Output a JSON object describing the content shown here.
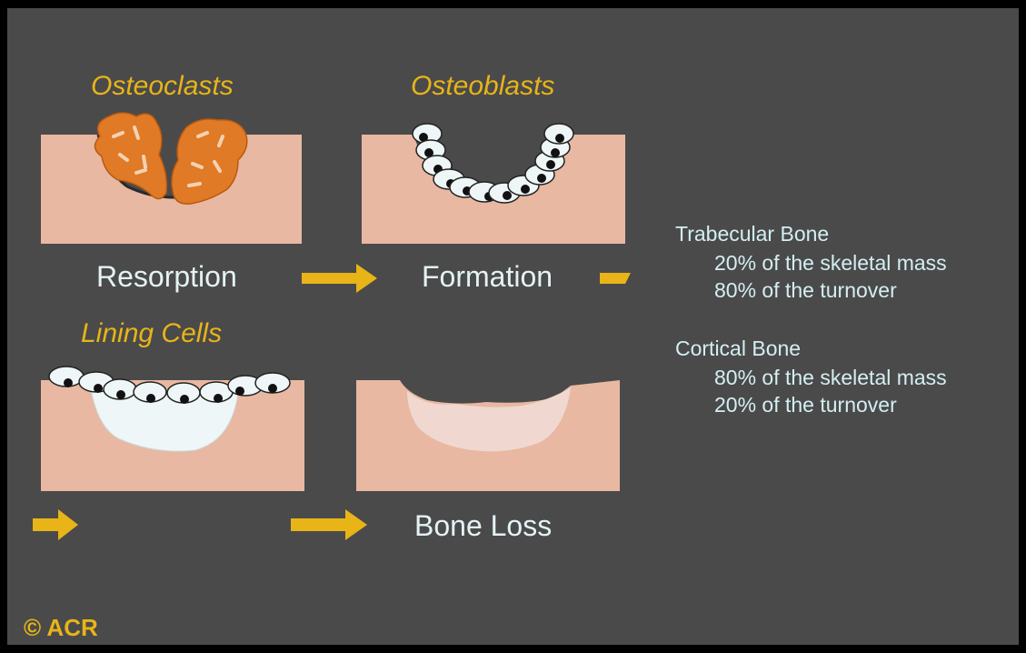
{
  "panels": {
    "resorption": {
      "cell_label": "Osteoclasts",
      "step_label": "Resorption"
    },
    "formation": {
      "cell_label": "Osteoblasts",
      "step_label": "Formation"
    },
    "lining": {
      "cell_label": "Lining Cells"
    },
    "bone_loss": {
      "step_label": "Bone Loss"
    }
  },
  "info": {
    "trabecular": {
      "title": "Trabecular Bone",
      "line1": "20% of the skeletal mass",
      "line2": "80% of the turnover"
    },
    "cortical": {
      "title": "Cortical Bone",
      "line1": "80% of the skeletal mass",
      "line2": "20% of the turnover"
    }
  },
  "copyright": "© ACR",
  "colors": {
    "background": "#4a4a4a",
    "bone": "#e8b8a2",
    "osteoclast": "#e07a26",
    "cell": "#eef6f7",
    "nucleus": "#111111",
    "accent": "#e8b418",
    "text": "#e4f2f4"
  }
}
